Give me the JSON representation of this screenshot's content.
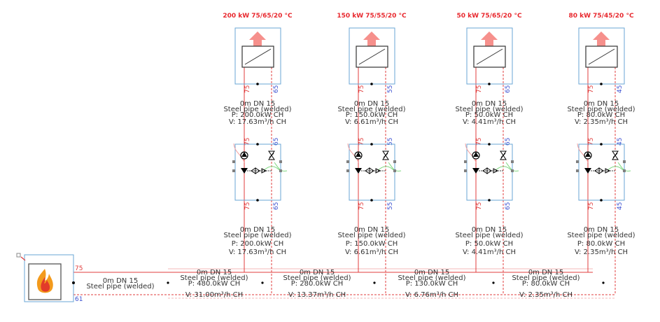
{
  "units": [
    {
      "title": "200 kW 75/65/20 °C",
      "supply_temp": "75",
      "return_temp": "65",
      "pipe_top": [
        "0m DN 15",
        "Steel pipe (welded)",
        "P: 200.0kW CH",
        "V: 17.63m³/h CH"
      ],
      "pipe_bottom": [
        "0m DN 15",
        "Steel pipe (welded)",
        "P: 200.0kW CH",
        "V: 17.63m³/h CH"
      ]
    },
    {
      "title": "150 kW 75/55/20 °C",
      "supply_temp": "75",
      "return_temp": "55",
      "pipe_top": [
        "0m DN 15",
        "Steel pipe (welded)",
        "P: 150.0kW CH",
        "V: 6.61m³/h CH"
      ],
      "pipe_bottom": [
        "0m DN 15",
        "Steel pipe (welded)",
        "P: 150.0kW CH",
        "V: 6.61m³/h CH"
      ]
    },
    {
      "title": "50 kW 75/65/20 °C",
      "supply_temp": "75",
      "return_temp": "65",
      "pipe_top": [
        "0m DN 15",
        "Steel pipe (welded)",
        "P: 50.0kW CH",
        "V: 4.41m³/h CH"
      ],
      "pipe_bottom": [
        "0m DN 15",
        "Steel pipe (welded)",
        "P: 50.0kW CH",
        "V: 4.41m³/h CH"
      ]
    },
    {
      "title": "80 kW 75/45/20 °C",
      "supply_temp": "75",
      "return_temp": "45",
      "pipe_top": [
        "0m DN 15",
        "Steel pipe (welded)",
        "P: 80.0kW CH",
        "V: 2.35m³/h CH"
      ],
      "pipe_bottom": [
        "0m DN 15",
        "Steel pipe (welded)",
        "P: 80.0kW CH",
        "V: 2.35m³/h CH"
      ]
    }
  ],
  "boiler": {
    "supply_temp": "75",
    "return_temp": "61",
    "pipe": [
      "0m DN 15",
      "Steel pipe (welded)"
    ]
  },
  "main_segments": [
    [
      "0m DN 15",
      "Steel pipe (welded)",
      "P: 480.0kW CH",
      "V: 31.00m³/h CH"
    ],
    [
      "0m DN 15",
      "Steel pipe (welded)",
      "P: 280.0kW CH",
      "V: 13.37m³/h CH"
    ],
    [
      "0m DN 15",
      "Steel pipe (welded)",
      "P: 130.0kW CH",
      "V: 6.76m³/h CH"
    ],
    [
      "0m DN 15",
      "Steel pipe (welded)",
      "P: 80.0kW CH",
      "V: 2.35m³/h CH"
    ]
  ],
  "colors": {
    "supply": "#e03c3c",
    "return": "#e03c3c",
    "unit_border": "#6aa6d6",
    "arrow": "#f6908c",
    "flame_orange": "#f39a1c",
    "flame_red": "#e23a2a",
    "connector": "#808080"
  },
  "icons": [
    "heat-emitter-icon",
    "heat-output-arrow-icon",
    "pump-icon",
    "valve-icon",
    "check-valve-icon",
    "boiler-flame-icon"
  ]
}
